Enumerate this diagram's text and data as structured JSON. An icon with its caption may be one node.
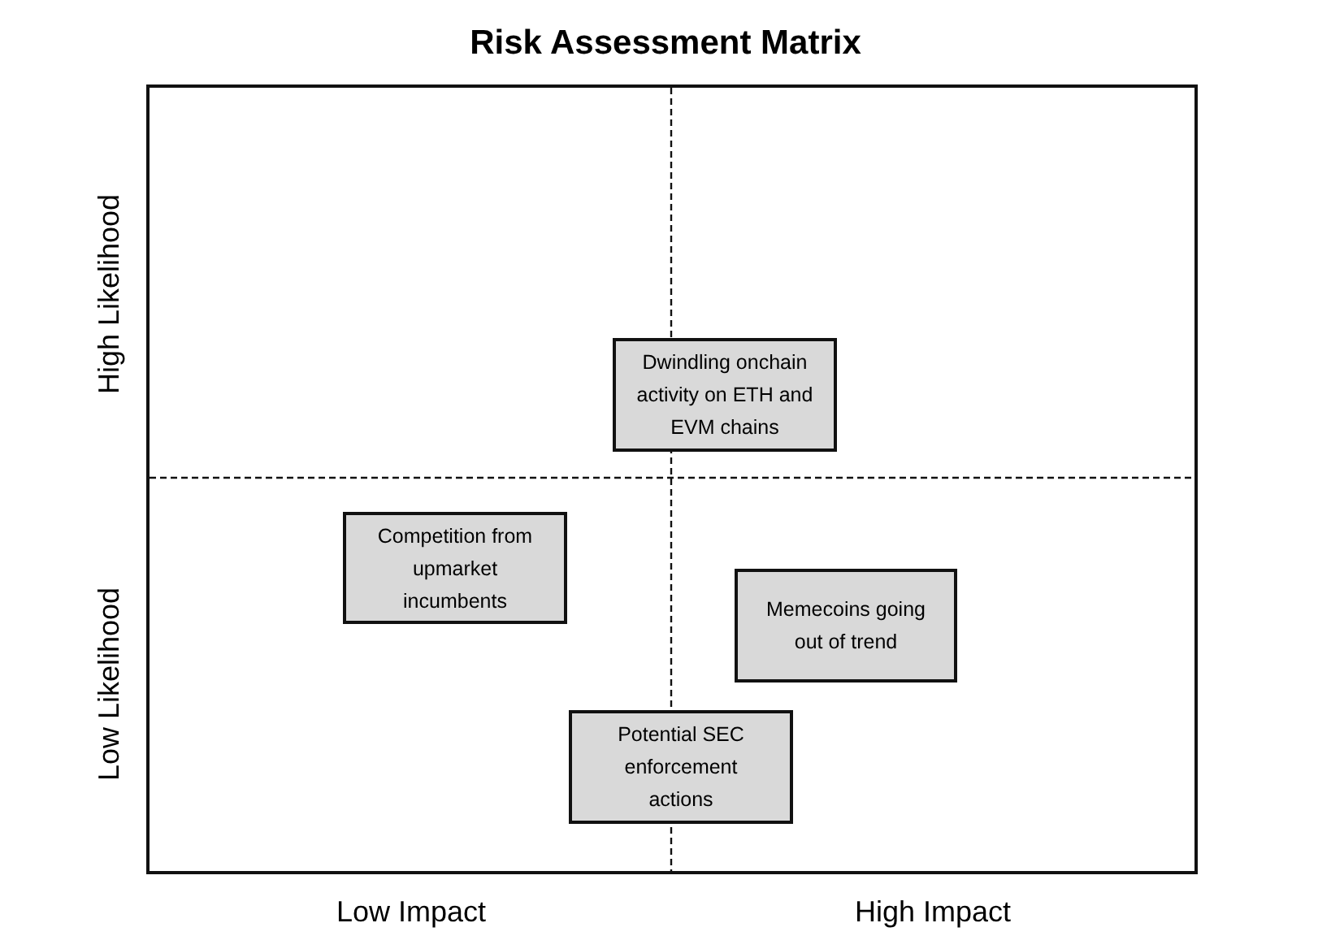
{
  "diagram": {
    "title": "Risk Assessment Matrix",
    "nodes": [
      {
        "text": [
          "Dwindling onchain activity on ETH and EVM chains"
        ]
      },
      {
        "text": [
          "Competition from upmarket incumbents"
        ]
      },
      {
        "text": [
          "Memecoins going out of trend"
        ]
      },
      {
        "text": [
          "Potential SEC enforcement actions"
        ]
      }
    ],
    "labels": [
      "High Likelihood",
      "Low Likelihood",
      "Low Impact",
      "High Impact"
    ]
  }
}
